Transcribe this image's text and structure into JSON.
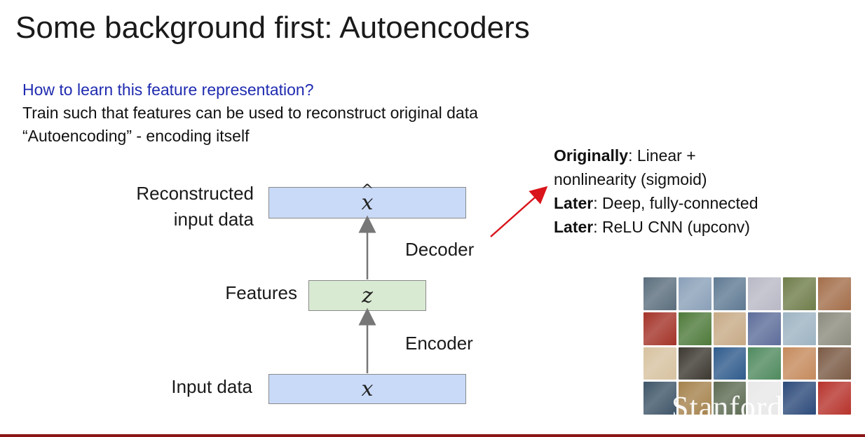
{
  "slide": {
    "title": "Some background first: Autoencoders",
    "question": "How to learn this feature representation?",
    "line1": "Train such that features can be used to reconstruct original data",
    "line2": "“Autoencoding” - encoding itself"
  },
  "diagram": {
    "reconstructed_label_1": "Reconstructed",
    "reconstructed_label_2": "input data",
    "features_label": "Features",
    "input_label": "Input data",
    "decoder_label": "Decoder",
    "encoder_label": "Encoder",
    "xhat_symbol": "x",
    "hat_mark": "^",
    "z_symbol": "z",
    "x_symbol": "x"
  },
  "notes": {
    "line1_bold": "Originally",
    "line1_rest": ": Linear +",
    "line2": "nonlinearity (sigmoid)",
    "line3_bold": "Later",
    "line3_rest": ": Deep, fully-connected",
    "line4_bold": "Later",
    "line4_rest": ": ReLU CNN (upconv)"
  },
  "watermark": "Stanford",
  "colors": {
    "question": "#1f2bb0",
    "box_blue": "#c9daf8",
    "box_green": "#d9ead3",
    "arrow_red": "#d9141b",
    "footer": "#8c1515"
  },
  "thumbnail_colors": [
    "#5b6e7d",
    "#8aa0b8",
    "#5f7a93",
    "#b9b9c6",
    "#6f7d4a",
    "#a36e4a",
    "#a43328",
    "#4e7a3a",
    "#c7aa86",
    "#5d6d9a",
    "#9db3c2",
    "#8b8b7e",
    "#d7c2a0",
    "#3c3830",
    "#2f5b8c",
    "#4f8a5e",
    "#c58a5c",
    "#7a5a44",
    "#3e5568",
    "#a5824c",
    "#5d6b52",
    "#e8e8e8",
    "#2c4a7a",
    "#b7332c"
  ]
}
